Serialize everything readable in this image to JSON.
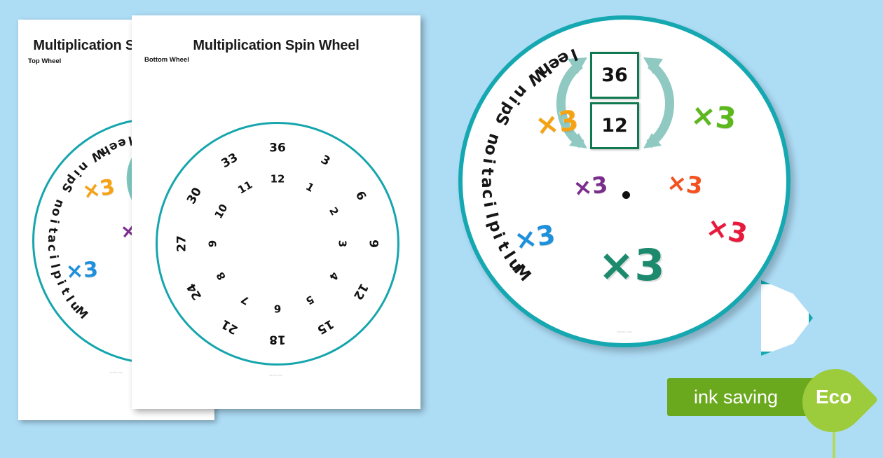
{
  "background_color": "#addcf5",
  "theme": {
    "teal_border": "#16a8b1",
    "window_border": "#0f7a52",
    "center_label_color": "#1d8a6e",
    "arrow_color": "#7cc6bd"
  },
  "pages": {
    "top": {
      "title": "Multiplication Spin Wheel",
      "subtitle": "Top Wheel",
      "footer": "twinkl.com"
    },
    "bottom": {
      "title": "Multiplication Spin Wheel",
      "subtitle": "Bottom Wheel",
      "footer": "twinkl.com"
    }
  },
  "bottom_wheel": {
    "outer_numbers": [
      "36",
      "3",
      "6",
      "9",
      "12",
      "15",
      "18",
      "21",
      "24",
      "27",
      "30",
      "33"
    ],
    "inner_numbers": [
      "12",
      "1",
      "2",
      "3",
      "4",
      "5",
      "6",
      "7",
      "8",
      "9",
      "10",
      "11"
    ]
  },
  "main_wheel": {
    "title_arc": "Multiplication Spin Wheel",
    "center_label": "×3",
    "window_top_value": "36",
    "window_bottom_value": "12",
    "arrow_left_icon": "curved-arrow-left-icon",
    "arrow_right_icon": "curved-arrow-right-icon",
    "center_dot_icon": "pivot-dot-icon",
    "multiplier_labels": [
      {
        "text": "×3",
        "color": "#f5a315",
        "name": "multiplier-orange"
      },
      {
        "text": "×3",
        "color": "#5cb81d",
        "name": "multiplier-green"
      },
      {
        "text": "×3",
        "color": "#7b2d8e",
        "name": "multiplier-purple"
      },
      {
        "text": "×3",
        "color": "#f4511e",
        "name": "multiplier-orange-red"
      },
      {
        "text": "×3",
        "color": "#1e90dc",
        "name": "multiplier-blue"
      },
      {
        "text": "×3",
        "color": "#e8193c",
        "name": "multiplier-red"
      }
    ]
  },
  "top_wheel_preview": {
    "multiplier_labels": [
      {
        "text": "×3",
        "color": "#f5a315"
      },
      {
        "text": "×3",
        "color": "#7b2d8e"
      },
      {
        "text": "×3",
        "color": "#1e90dc"
      }
    ],
    "title_arc": "Multiplication Spin Wheel"
  },
  "eco_badge": {
    "ink_label": "ink saving",
    "eco_label": "Eco",
    "leaf_icon": "leaf-icon",
    "bar_color": "#6aa91e",
    "leaf_color": "#9ccb3b"
  }
}
